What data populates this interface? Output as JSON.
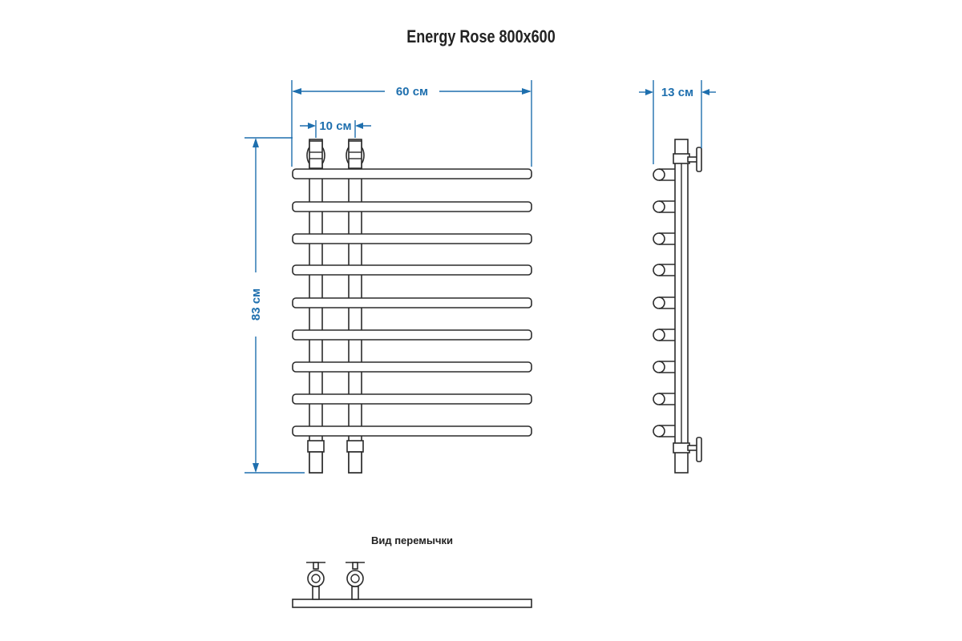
{
  "title": "Energy Rose 800x600",
  "dimensions": {
    "width": "60 см",
    "pipe_spacing": "10 см",
    "height": "83 см",
    "depth": "13 см"
  },
  "bridge_view_label": "Вид перемычки",
  "colors": {
    "dimension": "#1e6fae",
    "outline": "#2b2b2b"
  }
}
